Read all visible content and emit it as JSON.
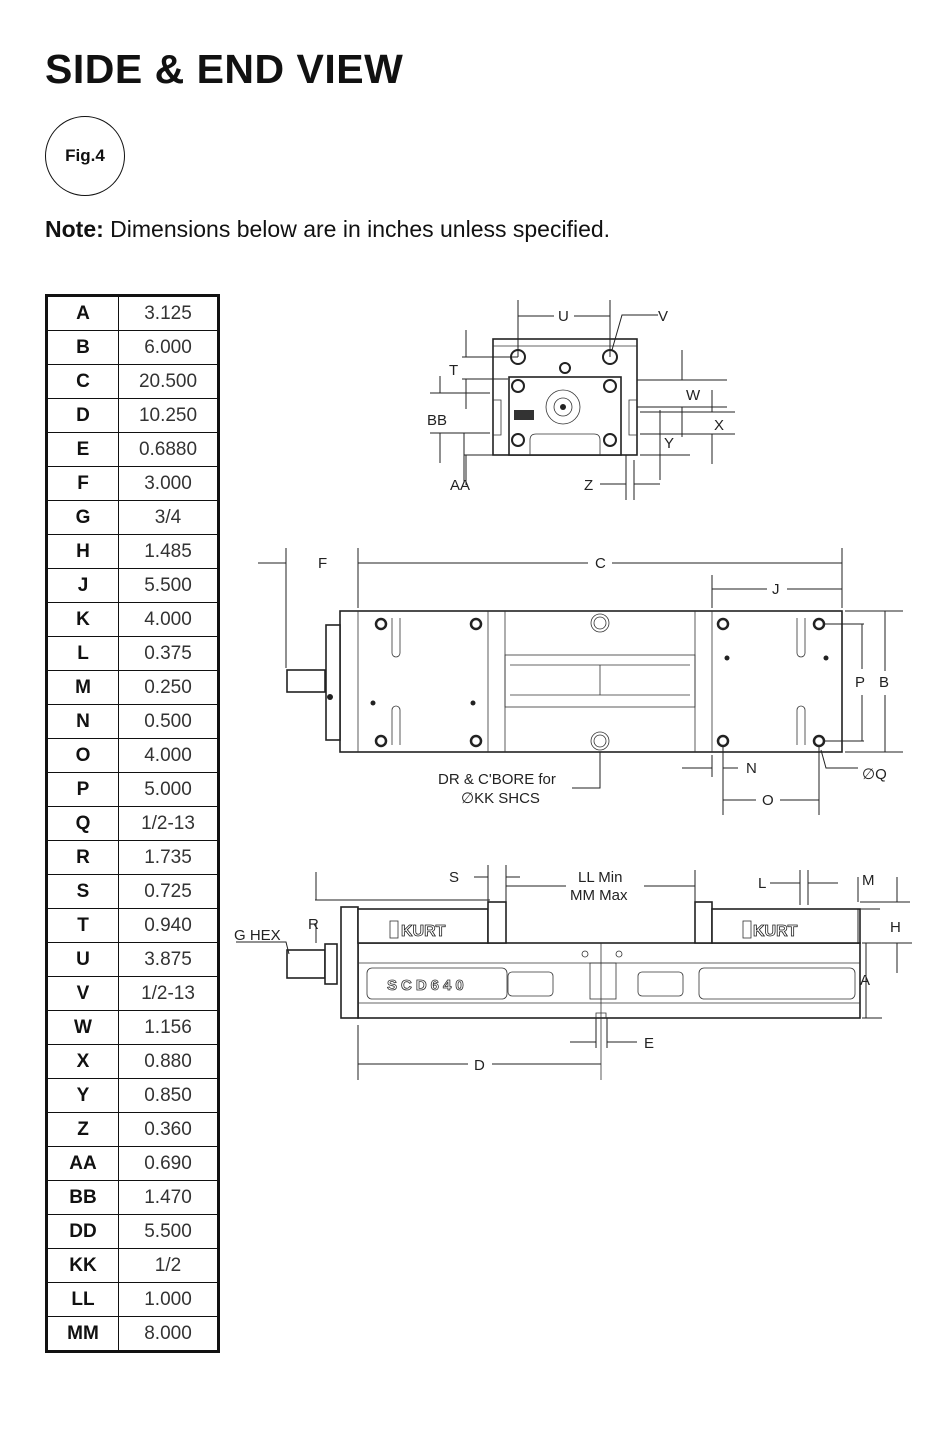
{
  "heading": "SIDE & END VIEW",
  "figure_label": "Fig.4",
  "note": {
    "label": "Note:",
    "text": " Dimensions below are in inches unless specified."
  },
  "dimensions": [
    {
      "key": "A",
      "value": "3.125"
    },
    {
      "key": "B",
      "value": "6.000"
    },
    {
      "key": "C",
      "value": "20.500"
    },
    {
      "key": "D",
      "value": "10.250"
    },
    {
      "key": "E",
      "value": "0.6880"
    },
    {
      "key": "F",
      "value": "3.000"
    },
    {
      "key": "G",
      "value": "3/4"
    },
    {
      "key": "H",
      "value": "1.485"
    },
    {
      "key": "J",
      "value": "5.500"
    },
    {
      "key": "K",
      "value": "4.000"
    },
    {
      "key": "L",
      "value": "0.375"
    },
    {
      "key": "M",
      "value": "0.250"
    },
    {
      "key": "N",
      "value": "0.500"
    },
    {
      "key": "O",
      "value": "4.000"
    },
    {
      "key": "P",
      "value": "5.000"
    },
    {
      "key": "Q",
      "value": "1/2-13"
    },
    {
      "key": "R",
      "value": "1.735"
    },
    {
      "key": "S",
      "value": "0.725"
    },
    {
      "key": "T",
      "value": "0.940"
    },
    {
      "key": "U",
      "value": "3.875"
    },
    {
      "key": "V",
      "value": "1/2-13"
    },
    {
      "key": "W",
      "value": "1.156"
    },
    {
      "key": "X",
      "value": "0.880"
    },
    {
      "key": "Y",
      "value": "0.850"
    },
    {
      "key": "Z",
      "value": "0.360"
    },
    {
      "key": "AA",
      "value": "0.690"
    },
    {
      "key": "BB",
      "value": "1.470"
    },
    {
      "key": "DD",
      "value": "5.500"
    },
    {
      "key": "KK",
      "value": "1/2"
    },
    {
      "key": "LL",
      "value": "1.000"
    },
    {
      "key": "MM",
      "value": "8.000"
    }
  ],
  "drawing": {
    "end_view": {
      "U": "U",
      "V": "V",
      "T": "T",
      "W": "W",
      "BB": "BB",
      "X": "X",
      "Y": "Y",
      "AA": "AA",
      "Z": "Z"
    },
    "top_view": {
      "F": "F",
      "C": "C",
      "J": "J",
      "P": "P",
      "B": "B",
      "N": "N",
      "Q": "∅Q",
      "O": "O",
      "callout_1": "DR & C'BORE for",
      "callout_2": "∅KK SHCS"
    },
    "side_view": {
      "S": "S",
      "LL": "LL Min",
      "MM": "MM Max",
      "L": "L",
      "M": "M",
      "R": "R",
      "H": "H",
      "G": "G HEX",
      "A": "A",
      "E": "E",
      "D": "D",
      "brand_left": "KURT",
      "brand_right": "KURT",
      "model": "SCD640"
    }
  }
}
